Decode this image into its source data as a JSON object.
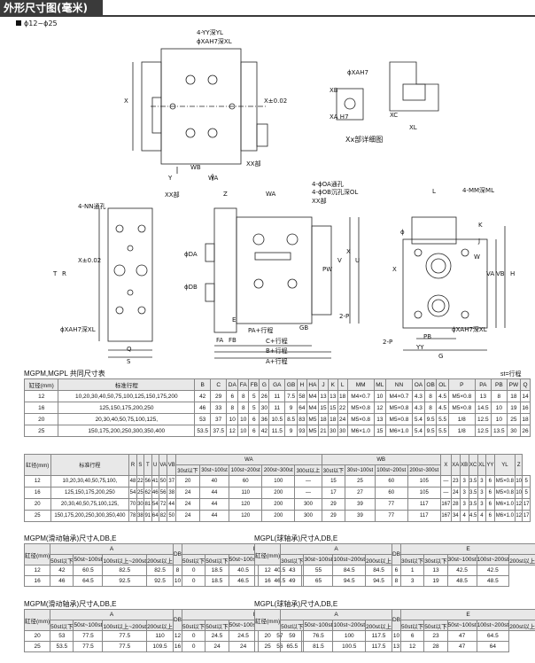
{
  "header": {
    "title": "外形尺寸图(毫米)",
    "range": "ϕ12~ϕ25"
  },
  "drawing": {
    "labels_top": [
      "4-YY深YL",
      "ϕXAH7深XL",
      "X",
      "X±0.02",
      "WB",
      "WA",
      "XX部",
      "Y"
    ],
    "detail_labels": [
      "ϕXAH7",
      "XB",
      "XA H7",
      "XC",
      "XL",
      "Xx部详细图"
    ],
    "labels_left": [
      "4-NN通孔",
      "XX部",
      "T",
      "R",
      "X±0.02",
      "ϕXAH7深XL",
      "Q",
      "S"
    ],
    "labels_mid": [
      "Z",
      "WA",
      "4-ϕOA通孔",
      "4-ϕOB沉孔深OL",
      "XX部",
      "ϕDA",
      "ϕDB",
      "PW",
      "V",
      "X",
      "U",
      "2-P",
      "E",
      "FA",
      "FB",
      "PA+行程",
      "GB",
      "C+行程",
      "B+行程",
      "A+行程"
    ],
    "labels_right": [
      "L",
      "4-MM深ML",
      "K",
      "J",
      "ϕ",
      "W",
      "VA",
      "VB",
      "H",
      "X",
      "2-P",
      "PB",
      "ϕXAH7深XL",
      "YY",
      "G"
    ]
  },
  "table1": {
    "title": "MGPM,MGPL 共同尺寸表",
    "note": "st=行程",
    "headers": [
      "缸径(mm)",
      "标准行程",
      "B",
      "C",
      "DA",
      "FA",
      "FB",
      "G",
      "GA",
      "GB",
      "H",
      "HA",
      "J",
      "K",
      "L",
      "MM",
      "ML",
      "NN",
      "OA",
      "OB",
      "OL",
      "P",
      "PA",
      "PB",
      "PW",
      "Q"
    ],
    "rows": [
      [
        "12",
        "10,20,30,40,50,75,100,125,150,175,200",
        "42",
        "29",
        "6",
        "8",
        "5",
        "26",
        "11",
        "7.5",
        "58",
        "M4",
        "13",
        "13",
        "18",
        "M4×0.7",
        "10",
        "M4×0.7",
        "4.3",
        "8",
        "4.5",
        "M5×0.8",
        "13",
        "8",
        "18",
        "14"
      ],
      [
        "16",
        "125,150,175,200,250",
        "46",
        "33",
        "8",
        "8",
        "5",
        "30",
        "11",
        "9",
        "64",
        "M4",
        "15",
        "15",
        "22",
        "M5×0.8",
        "12",
        "M5×0.8",
        "4.3",
        "8",
        "4.5",
        "M5×0.8",
        "14.5",
        "10",
        "19",
        "16"
      ],
      [
        "20",
        "20,30,40,50,75,100,125,",
        "53",
        "37",
        "10",
        "10",
        "6",
        "36",
        "10.5",
        "8.5",
        "83",
        "M5",
        "18",
        "18",
        "24",
        "M5×0.8",
        "13",
        "M5×0.8",
        "5.4",
        "9.5",
        "5.5",
        "1/8",
        "12.5",
        "10",
        "25",
        "18"
      ],
      [
        "25",
        "150,175,200,250,300,350,400",
        "53.5",
        "37.5",
        "12",
        "10",
        "6",
        "42",
        "11.5",
        "9",
        "93",
        "M5",
        "21",
        "30",
        "30",
        "M6×1.0",
        "15",
        "M6×1.0",
        "5.4",
        "9.5",
        "5.5",
        "1/8",
        "12.5",
        "13.5",
        "30",
        "26"
      ]
    ]
  },
  "table2": {
    "headers": [
      "缸径(mm)",
      "标准行程",
      "R",
      "S",
      "T",
      "U",
      "VA",
      "VB",
      "WA",
      "WB",
      "X",
      "XA",
      "XB",
      "XC",
      "XL",
      "YY",
      "YL",
      "Z"
    ],
    "wa_sub": [
      "30st以下",
      "30st~100st",
      "100st~200st",
      "200st~300st"
    ],
    "wb_sub": [
      "30st以下",
      "30st~100st",
      "100st~200st",
      "200st~300st"
    ],
    "over300": "300st以上",
    "rows": [
      [
        "12",
        "10,20,30,40,50,75,100,",
        "48",
        "22",
        "56",
        "41",
        "50",
        "37",
        "20",
        "40",
        "60",
        "100",
        "—",
        "15",
        "25",
        "60",
        "105",
        "—",
        "23",
        "3",
        "3.5",
        "3",
        "6",
        "M5×0.8",
        "10",
        "5"
      ],
      [
        "16",
        "125,150,175,200,250",
        "54",
        "25",
        "62",
        "46",
        "56",
        "38",
        "24",
        "44",
        "110",
        "200",
        "—",
        "17",
        "27",
        "60",
        "105",
        "—",
        "24",
        "3",
        "3.5",
        "3",
        "6",
        "M5×0.8",
        "10",
        "5"
      ],
      [
        "20",
        "20,30,40,50,75,100,125,",
        "70",
        "30",
        "81",
        "54",
        "72",
        "44",
        "24",
        "44",
        "120",
        "200",
        "300",
        "29",
        "39",
        "77",
        "117",
        "167",
        "28",
        "3",
        "3.5",
        "3",
        "6",
        "M6×1.0",
        "12",
        "17"
      ],
      [
        "25",
        "150,175,200,250,300,350,400",
        "78",
        "38",
        "91",
        "64",
        "82",
        "50",
        "24",
        "44",
        "120",
        "200",
        "300",
        "29",
        "39",
        "77",
        "117",
        "167",
        "34",
        "4",
        "4.5",
        "4",
        "6",
        "M6×1.0",
        "12",
        "17"
      ]
    ]
  },
  "mgpm1": {
    "title": "MGPM(滑动轴承)尺寸A,DB,E",
    "a_sub": [
      "50st以下",
      "50st~100st",
      "100st以上~200st",
      "200st以上"
    ],
    "e_sub": [
      "50st以下",
      "50st~100st",
      "100st以上~200st",
      "200st以上"
    ],
    "rows": [
      [
        "12",
        "42",
        "60.5",
        "82.5",
        "82.5",
        "8",
        "0",
        "18.5",
        "40.5",
        "40.5"
      ],
      [
        "16",
        "46",
        "64.5",
        "92.5",
        "92.5",
        "10",
        "0",
        "18.5",
        "46.5",
        "46.5"
      ]
    ]
  },
  "mgpl1": {
    "title": "MGPL(球轴承)尺寸A,DB,E",
    "a_sub": [
      "30st以下",
      "30st~100st",
      "100st~200st",
      "200st以上"
    ],
    "e_sub": [
      "30st以下",
      "30st~100st",
      "100st~200st",
      "200st以上"
    ],
    "rows": [
      [
        "12",
        "43",
        "55",
        "84.5",
        "84.5",
        "6",
        "1",
        "13",
        "42.5",
        "42.5"
      ],
      [
        "16",
        "49",
        "65",
        "94.5",
        "94.5",
        "8",
        "3",
        "19",
        "48.5",
        "48.5"
      ]
    ]
  },
  "mgpm2": {
    "title": "MGPM(滑动轴承)尺寸A,DB,E",
    "a_sub": [
      "50st以下",
      "50st~100st",
      "100st以上~200st",
      "200st以上"
    ],
    "e_sub": [
      "50st以下",
      "50st~100st",
      "100st以上~200st",
      "200st以上"
    ],
    "rows": [
      [
        "20",
        "53",
        "77.5",
        "77.5",
        "110",
        "12",
        "0",
        "24.5",
        "24.5",
        "57"
      ],
      [
        "25",
        "53.5",
        "77.5",
        "77.5",
        "109.5",
        "16",
        "0",
        "24",
        "24",
        "56"
      ]
    ]
  },
  "mgpl2": {
    "title": "MGPL(球轴承)尺寸A,DB,E",
    "a_sub": [
      "50st以下",
      "50st~100st",
      "100st~200st",
      "200st以上"
    ],
    "e_sub": [
      "50st以下",
      "50st~100st",
      "100st~200st",
      "200st以上"
    ],
    "rows": [
      [
        "20",
        "59",
        "76.5",
        "100",
        "117.5",
        "10",
        "6",
        "23",
        "47",
        "64.5"
      ],
      [
        "25",
        "65.5",
        "81.5",
        "100.5",
        "117.5",
        "13",
        "12",
        "28",
        "47",
        "64"
      ]
    ]
  }
}
